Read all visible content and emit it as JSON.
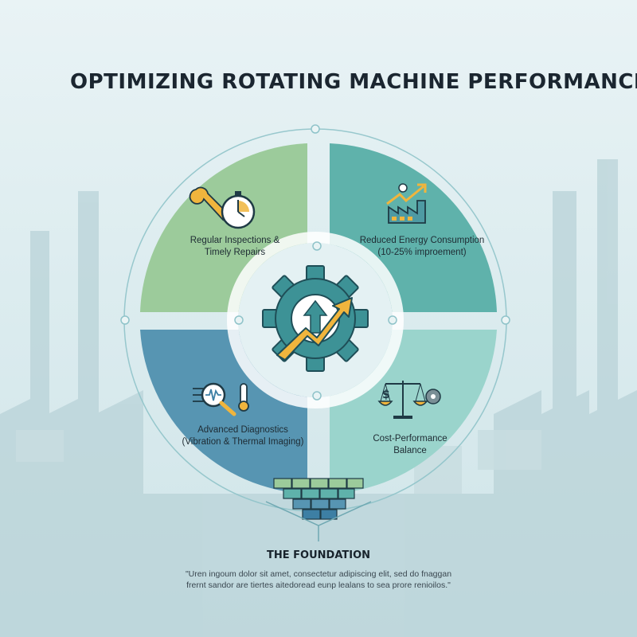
{
  "title": "OPTIMIZING ROTATING MACHINE PERFORMANCE",
  "colors": {
    "quad_top_left": "#9ccb9b",
    "quad_top_right": "#5fb2ab",
    "quad_bottom_left": "#5795b2",
    "quad_bottom_right": "#9ad4cc",
    "gear": "#3d9296",
    "arrow": "#f0b53d",
    "ring": "#ffffff"
  },
  "quadrants": [
    {
      "id": "top-left",
      "icon": "wrench-stopwatch-icon",
      "lines": [
        "Regular Inspections &",
        "Timely Repairs"
      ]
    },
    {
      "id": "top-right",
      "icon": "factory-energy-icon",
      "lines": [
        "Reduced Energy Consumption",
        "(10-25% improement)"
      ]
    },
    {
      "id": "bottom-left",
      "icon": "magnifier-thermometer-icon",
      "lines": [
        "Advanced Diagnostics",
        "(Vibration & Thermal Imaging)"
      ]
    },
    {
      "id": "bottom-right",
      "icon": "balance-scale-gear-icon",
      "lines": [
        "Cost-Performance",
        "Balance"
      ]
    }
  ],
  "center": {
    "icon": "gear-arrow-icon"
  },
  "foundation": {
    "icon": "brick-pyramid-icon",
    "title": "THE FOUNDATION",
    "lines": [
      "\"Uren ingoum dolor sit amet, consectetur adipiscing elit, sed do fnaggan",
      "frernt sandor are tiertes aitedoread eunp lealans to sea prore renioilos.\""
    ]
  }
}
